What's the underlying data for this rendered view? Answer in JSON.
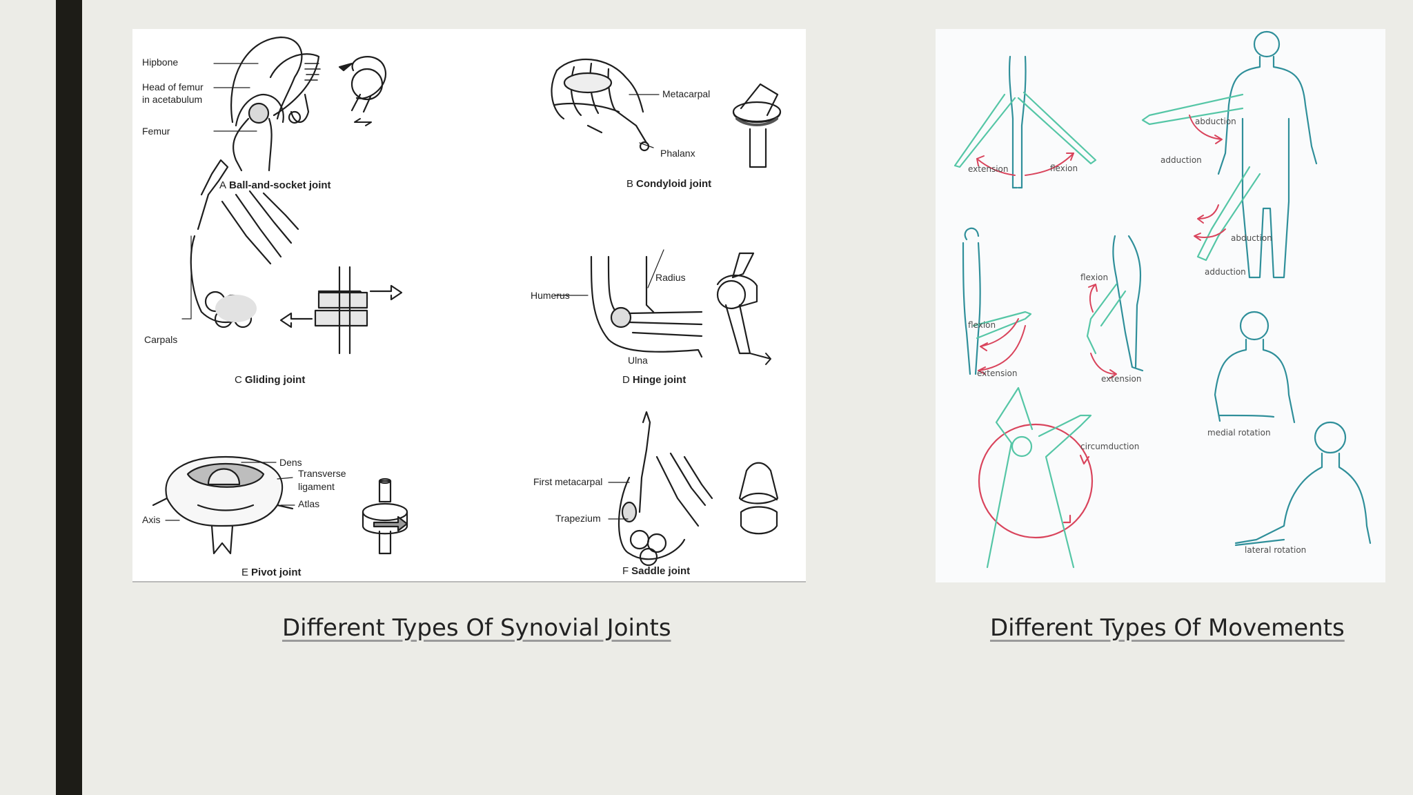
{
  "colors": {
    "background": "#ecece7",
    "accent_bar": "#1d1c17",
    "movement_line": "#35a89a",
    "movement_arrow": "#d9445c"
  },
  "joints_figure": {
    "labels": {
      "hipbone": "Hipbone",
      "head_of_femur": "Head of femur",
      "in_acetabulum": "in acetabulum",
      "femur": "Femur",
      "metacarpal": "Metacarpal",
      "phalanx": "Phalanx",
      "carpals": "Carpals",
      "radius": "Radius",
      "humerus": "Humerus",
      "ulna": "Ulna",
      "dens": "Dens",
      "transverse": "Transverse",
      "ligament": "ligament",
      "atlas": "Atlas",
      "axis": "Axis",
      "first_metacarpal": "First metacarpal",
      "trapezium": "Trapezium"
    },
    "panels": [
      {
        "letter": "A",
        "name": "Ball-and-socket joint"
      },
      {
        "letter": "B",
        "name": "Condyloid joint"
      },
      {
        "letter": "C",
        "name": "Gliding joint"
      },
      {
        "letter": "D",
        "name": "Hinge joint"
      },
      {
        "letter": "E",
        "name": "Pivot joint"
      },
      {
        "letter": "F",
        "name": "Saddle joint"
      }
    ]
  },
  "movements_figure": {
    "labels": {
      "extension_1": "extension",
      "flexion_1": "flexion",
      "abduction_1": "abduction",
      "adduction_1": "adduction",
      "abduction_2": "abduction",
      "adduction_2": "adduction",
      "flexion_2": "flexion",
      "extension_2": "extension",
      "flexion_3": "flexion",
      "extension_3": "extension",
      "medial_rotation": "medial rotation",
      "circumduction": "circumduction",
      "lateral_rotation": "lateral rotation"
    }
  },
  "captions": {
    "joints": "Different Types Of Synovial Joints",
    "movements": "Different Types Of Movements"
  }
}
